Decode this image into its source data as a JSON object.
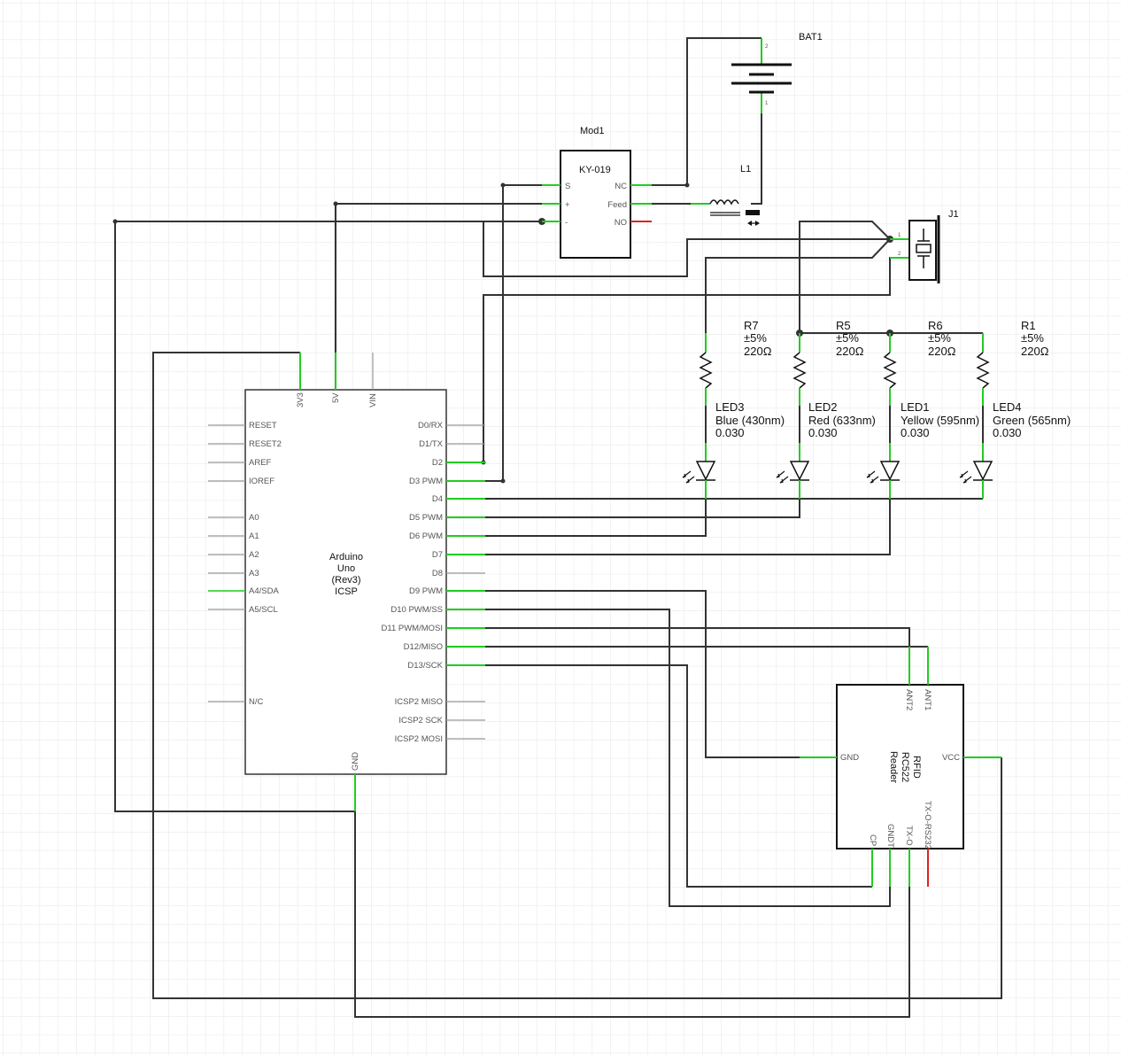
{
  "colors": {
    "background": "#ffffff",
    "grid": "#e6e6e6",
    "wire": "#333333",
    "connected_pin": "#22cc22",
    "unconnected_pin": "#999999",
    "error_pin": "#dd2222"
  },
  "bat1": {
    "ref": "BAT1",
    "pin2": "2",
    "pin1": "1"
  },
  "l1": {
    "ref": "L1"
  },
  "mod1": {
    "ref": "Mod1",
    "title": "KY-019",
    "pins_left": [
      "S",
      "+",
      "-"
    ],
    "pins_right": [
      "NC",
      "Feed",
      "NO"
    ]
  },
  "j1": {
    "ref": "J1",
    "pin1": "1",
    "pin2": "2"
  },
  "resistors": [
    {
      "ref": "R7",
      "tol": "±5%",
      "val": "220Ω"
    },
    {
      "ref": "R5",
      "tol": "±5%",
      "val": "220Ω"
    },
    {
      "ref": "R6",
      "tol": "±5%",
      "val": "220Ω"
    },
    {
      "ref": "R1",
      "tol": "±5%",
      "val": "220Ω"
    }
  ],
  "leds": [
    {
      "ref": "LED3",
      "color": "Blue (430nm)",
      "val": "0.030"
    },
    {
      "ref": "LED2",
      "color": "Red (633nm)",
      "val": "0.030"
    },
    {
      "ref": "LED1",
      "color": "Yellow (595nm)",
      "val": "0.030"
    },
    {
      "ref": "LED4",
      "color": "Green (565nm)",
      "val": "0.030"
    }
  ],
  "arduino": {
    "name": [
      "Arduino",
      "Uno",
      "(Rev3)",
      "ICSP"
    ],
    "top_pins": [
      "3V3",
      "5V",
      "VIN"
    ],
    "bottom_pin": "GND",
    "left_pins": [
      "RESET",
      "RESET2",
      "AREF",
      "IOREF",
      "A0",
      "A1",
      "A2",
      "A3",
      "A4/SDA",
      "A5/SCL",
      "N/C"
    ],
    "right_pins": [
      "D0/RX",
      "D1/TX",
      "D2",
      "D3 PWM",
      "D4",
      "D5 PWM",
      "D6 PWM",
      "D7",
      "D8",
      "D9 PWM",
      "D10 PWM/SS",
      "D11 PWM/MOSI",
      "D12/MISO",
      "D13/SCK",
      "ICSP2 MISO",
      "ICSP2 SCK",
      "ICSP2 MOSI"
    ]
  },
  "rfid": {
    "name": [
      "RFID",
      "RC522",
      "Reader"
    ],
    "top_pins": [
      "ANT2",
      "ANT1"
    ],
    "left_pin": "GND",
    "right_pin": "VCC",
    "bottom_pins": [
      "CP",
      "GNDT",
      "TX-O",
      "TX-O-RS232"
    ]
  }
}
